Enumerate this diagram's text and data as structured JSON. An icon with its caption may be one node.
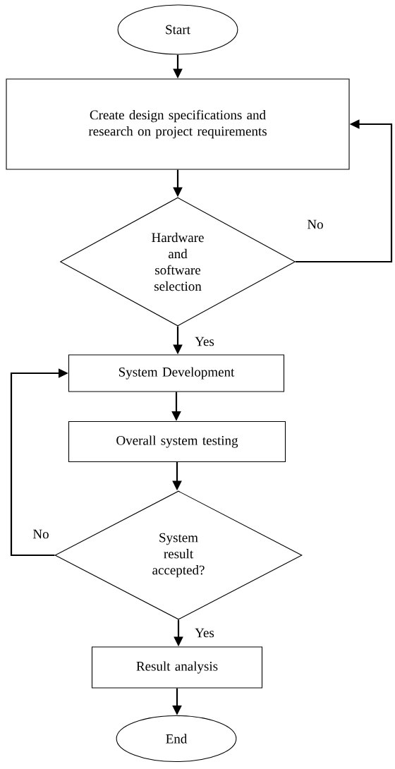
{
  "diagram": {
    "nodes": [
      {
        "text": [
          "Start"
        ]
      },
      {
        "text": [
          "Create design specifications and research on project requirements"
        ]
      },
      {
        "text": [
          "Hardware and software selection"
        ]
      },
      {
        "text": [
          "System Development"
        ]
      },
      {
        "text": [
          "Overall system testing"
        ]
      },
      {
        "text": [
          "System result accepted?"
        ]
      },
      {
        "text": [
          "Result analysis"
        ]
      },
      {
        "text": [
          "End"
        ]
      }
    ],
    "edges": [
      {
        "from": 0,
        "to": 1,
        "arrow": "to"
      },
      {
        "from": 1,
        "to": 2,
        "arrow": "to"
      },
      {
        "from": 2,
        "to": 3,
        "arrow": "to",
        "label": "Yes"
      },
      {
        "from": 2,
        "to": 1,
        "arrow": "to",
        "label": "No"
      },
      {
        "from": 3,
        "to": 4,
        "arrow": "to"
      },
      {
        "from": 4,
        "to": 5,
        "arrow": "to"
      },
      {
        "from": 5,
        "to": 6,
        "arrow": "to",
        "label": "Yes"
      },
      {
        "from": 5,
        "to": 3,
        "arrow": "to",
        "label": "No"
      },
      {
        "from": 6,
        "to": 7,
        "arrow": "to"
      }
    ]
  }
}
